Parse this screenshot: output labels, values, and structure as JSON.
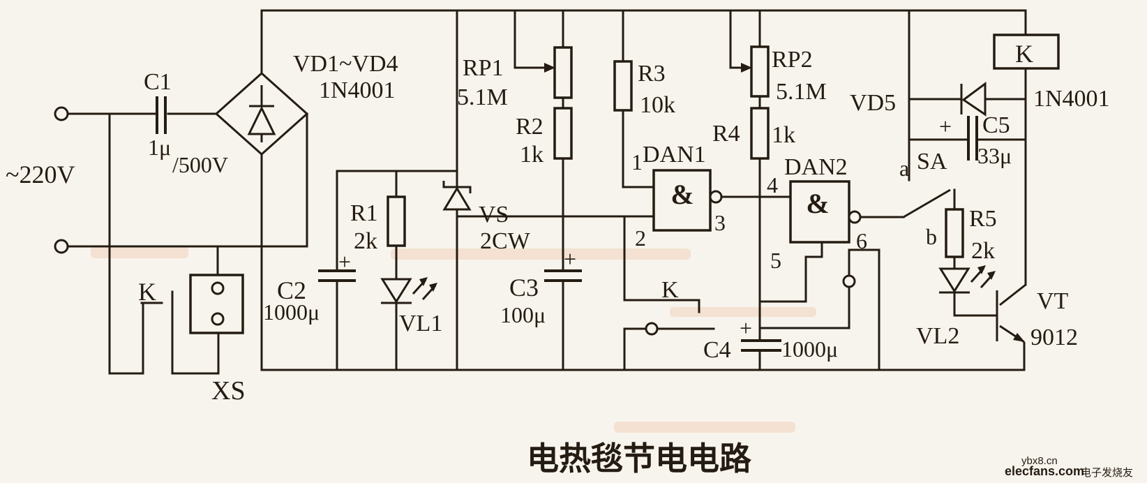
{
  "figure": {
    "type": "scanned-schematic-circuit-diagram",
    "title": "电热毯节电电路",
    "description_visible": "Electric blanket power-saving circuit schematic, scanned book page"
  },
  "title": "电热毯节电电路",
  "symbols": {
    "plus": "+",
    "gate": "&"
  },
  "labels": {
    "ac_voltage": "~220V",
    "c1": "C1",
    "c1_val1": "1μ",
    "c1_val2": "/500V",
    "bridge_name": "VD1~VD4",
    "bridge_val": "1N4001",
    "k_left": "K",
    "xs": "XS",
    "c2": "C2",
    "c2_val": "1000μ",
    "r1": "R1",
    "r1_val": "2k",
    "vl1": "VL1",
    "vs": "VS",
    "vs_val": "2CW",
    "rp1": "RP1",
    "rp1_val": "5.1M",
    "r2": "R2",
    "r2_val": "1k",
    "c3": "C3",
    "c3_val": "100μ",
    "r3": "R3",
    "r3_val": "10k",
    "dan1": "DAN1",
    "pin1": "1",
    "pin2": "2",
    "pin3": "3",
    "k_mid": "K",
    "c4": "C4",
    "c4_val": "1000μ",
    "rp2": "RP2",
    "rp2_val": "5.1M",
    "r4": "R4",
    "r4_val": "1k",
    "dan2": "DAN2",
    "pin4": "4",
    "pin5": "5",
    "pin6": "6",
    "sa": "SA",
    "sa_a": "a",
    "sa_b": "b",
    "vd5": "VD5",
    "vd5_val": "1N4001",
    "c5": "C5",
    "c5_val": "33μ",
    "k_coil": "K",
    "r5": "R5",
    "r5_val": "2k",
    "vl2": "VL2",
    "vt": "VT",
    "vt_val": "9012"
  },
  "watermark": {
    "line1": "ybx8.cn",
    "line2": "elecfans.com",
    "line3": "电子发烧友"
  },
  "colors": {
    "paper": "#f7f4ed",
    "ink": "#241c12",
    "watermark_red": "#c2201a",
    "watermark_gray": "#8f8f8f",
    "scan_stain": "#eeb088"
  },
  "components": [
    {
      "designator": "~220V",
      "description": "AC mains input, two terminals"
    },
    {
      "designator": "C1",
      "value": "1μ/500V",
      "description": "mains dropper capacitor"
    },
    {
      "designator": "VD1~VD4",
      "value": "1N4001",
      "description": "bridge rectifier"
    },
    {
      "designator": "K",
      "description": "relay: coil (top right box) plus contacts: mains contact in series with XS, contact to gate pin 2 node, contact at C4 node"
    },
    {
      "designator": "XS",
      "description": "socket for electric blanket, two-hole outlet symbol"
    },
    {
      "designator": "C2",
      "value": "1000μ",
      "description": "filter electrolytic capacitor"
    },
    {
      "designator": "R1",
      "value": "2k",
      "description": "resistor feeding VL1"
    },
    {
      "designator": "VL1",
      "description": "indicator LED"
    },
    {
      "designator": "VS",
      "value": "2CW",
      "description": "zener diode"
    },
    {
      "designator": "RP1",
      "value": "5.1M",
      "description": "potentiometer / rheostat"
    },
    {
      "designator": "R2",
      "value": "1k",
      "description": "resistor in series with RP1"
    },
    {
      "designator": "C3",
      "value": "100μ",
      "description": "timing electrolytic capacitor"
    },
    {
      "designator": "R3",
      "value": "10k",
      "description": "resistor to gate DAN1 pin 1"
    },
    {
      "designator": "DAN1",
      "description": "NAND gate, inputs 1 and 2, inverted output 3"
    },
    {
      "designator": "RP2",
      "value": "5.1M",
      "description": "potentiometer / rheostat"
    },
    {
      "designator": "R4",
      "value": "1k",
      "description": "resistor in series with RP2"
    },
    {
      "designator": "C4",
      "value": "1000μ",
      "description": "timing electrolytic capacitor"
    },
    {
      "designator": "DAN2",
      "description": "NAND gate, inputs 4 and 5, inverted output 6"
    },
    {
      "designator": "SA",
      "description": "selector switch, positions a and b"
    },
    {
      "designator": "VD5",
      "value": "1N4001",
      "description": "relay flyback diode"
    },
    {
      "designator": "C5",
      "value": "33μ",
      "description": "electrolytic capacitor across relay coil"
    },
    {
      "designator": "R5",
      "value": "2k",
      "description": "base resistor feeding VL2"
    },
    {
      "designator": "VL2",
      "description": "indicator LED"
    },
    {
      "designator": "VT",
      "value": "9012",
      "description": "driver transistor"
    }
  ]
}
